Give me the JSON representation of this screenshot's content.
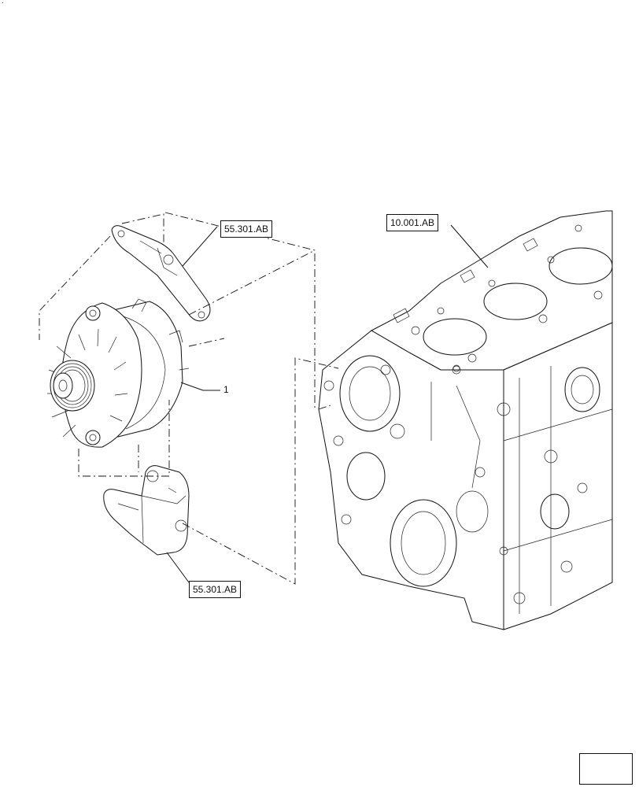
{
  "page": {
    "corner_mark": "."
  },
  "callouts": {
    "bracket_upper": "55.301.AB",
    "engine_block": "10.001.AB",
    "bracket_lower": "55.301.AB"
  },
  "items": {
    "alternator": "1"
  },
  "icons": {
    "nav": "arrow-icon"
  }
}
